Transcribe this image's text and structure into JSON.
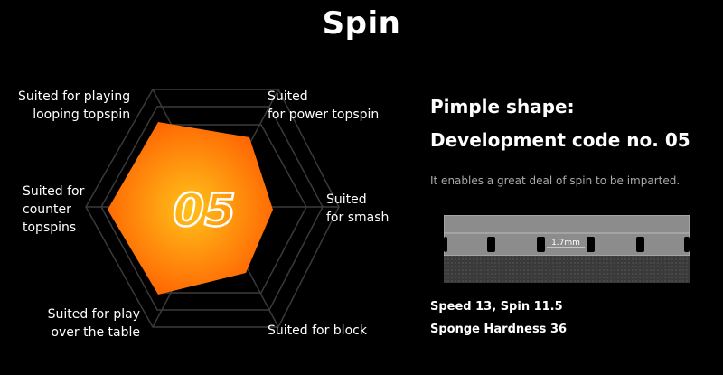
{
  "page": {
    "title": "Spin"
  },
  "radar": {
    "center_label": "05",
    "labels": {
      "looping_topspin": [
        "Suited for playing",
        "looping topspin"
      ],
      "power_topspin": [
        "Suited",
        "for power topspin"
      ],
      "smash": [
        "Suited",
        "for smash"
      ],
      "block": [
        "Suited for block"
      ],
      "over_table": [
        "Suited for play",
        "over the table"
      ],
      "counter_topspins": [
        "Suited for",
        "counter",
        "topspins"
      ]
    },
    "colors": {
      "fill_center": "#ffc21a",
      "fill_edge": "#ff5a00",
      "grid": "#3a3a3a"
    }
  },
  "info": {
    "title": "Pimple shape: Development code no. 05",
    "description": "It enables a great deal of spin to be imparted.",
    "pimple_height_label": "1.7mm",
    "specs": {
      "line1": "Speed 13, Spin 11.5",
      "line2": "Sponge Hardness 36"
    }
  }
}
